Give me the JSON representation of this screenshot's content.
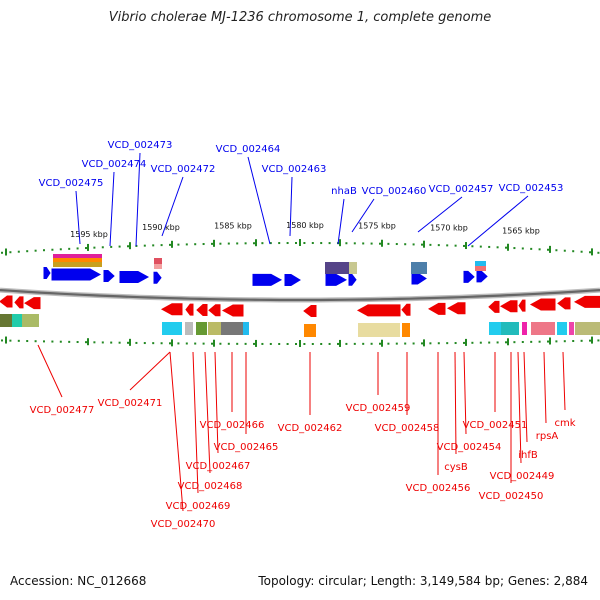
{
  "header": {
    "title": "Vibrio cholerae MJ-1236 chromosome 1, complete genome"
  },
  "footer": {
    "accession_label": "Accession:",
    "accession": "NC_012668",
    "topology_label": "Topology:",
    "topology": "circular",
    "length_label": "Length:",
    "length": "3,149,584 bp",
    "genes_label": "Genes:",
    "genes": "2,884"
  },
  "colors": {
    "forward": "#0000ee",
    "reverse": "#ee0000",
    "backbone": "#666666",
    "tick": "#228822"
  },
  "scale": {
    "unit": "kbp",
    "ticks": [
      {
        "kbp": 1595,
        "label": "1595 kbp"
      },
      {
        "kbp": 1590,
        "label": "1590 kbp"
      },
      {
        "kbp": 1585,
        "label": "1585 kbp"
      },
      {
        "kbp": 1580,
        "label": "1580 kbp"
      },
      {
        "kbp": 1575,
        "label": "1575 kbp"
      },
      {
        "kbp": 1570,
        "label": "1570 kbp"
      },
      {
        "kbp": 1565,
        "label": "1565 kbp"
      }
    ]
  },
  "forward_gene_labels": [
    "VCD_002475",
    "VCD_002474",
    "VCD_002473",
    "VCD_002472",
    "VCD_002464",
    "VCD_002463",
    "nhaB",
    "VCD_002460",
    "VCD_002457",
    "VCD_002453"
  ],
  "reverse_gene_labels": [
    "VCD_002477",
    "VCD_002471",
    "VCD_002470",
    "VCD_002469",
    "VCD_002468",
    "VCD_002467",
    "VCD_002466",
    "VCD_002465",
    "VCD_002462",
    "VCD_002459",
    "VCD_002458",
    "VCD_002456",
    "VCD_002454",
    "cysB",
    "VCD_002451",
    "ihfB",
    "VCD_002449",
    "VCD_002450",
    "rpsA",
    "cmk"
  ]
}
